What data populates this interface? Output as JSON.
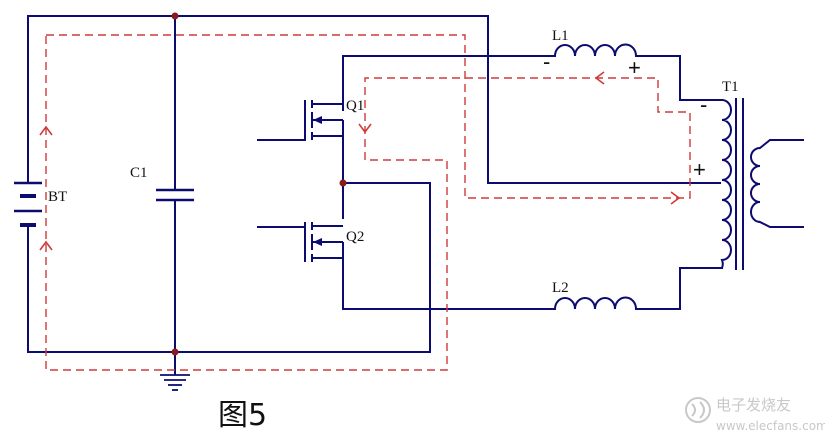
{
  "labels": {
    "battery": "BT",
    "capacitor": "C1",
    "mosfet_high": "Q1",
    "mosfet_low": "Q2",
    "inductor1": "L1",
    "inductor2": "L2",
    "transformer": "T1"
  },
  "polarity": {
    "l1_left": "-",
    "l1_right": "+",
    "t1_top": "-",
    "t1_bottom": "+"
  },
  "caption": "图5",
  "watermark": {
    "brand": "电子发烧友",
    "url": "www.elecfans.com"
  },
  "colors": {
    "wire": "#0b0b70",
    "current_path": "#d03a3a",
    "node": "#8b1a1a",
    "text": "#111111"
  }
}
